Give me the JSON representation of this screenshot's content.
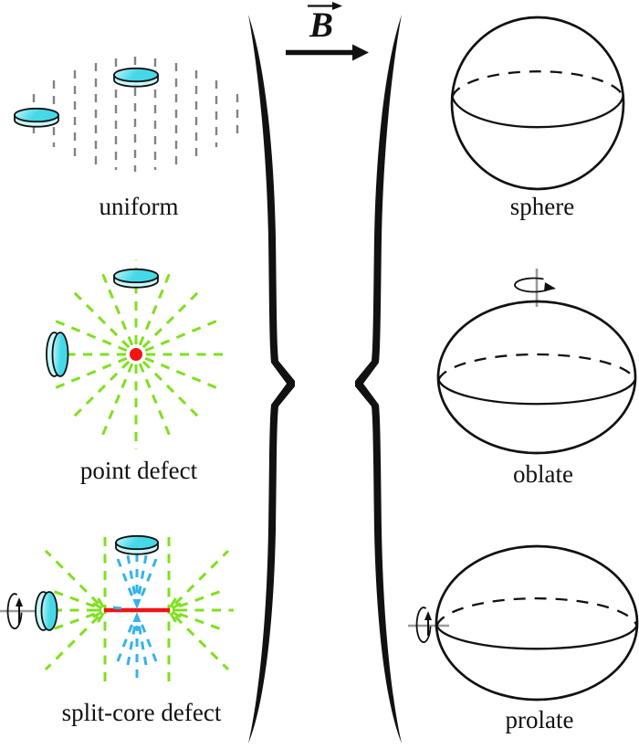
{
  "figure": {
    "b_field_label": "B",
    "left_column": {
      "uniform_label": "uniform",
      "point_defect_label": "point defect",
      "split_core_label": "split-core defect"
    },
    "right_column": {
      "sphere_label": "sphere",
      "oblate_label": "oblate",
      "prolate_label": "prolate"
    }
  },
  "colors": {
    "green": "#7FE01E",
    "blue": "#33B4EA",
    "red": "#F01414",
    "cyan": "#45D9E8",
    "cyan_light": "#C9F8FA",
    "dash_gray": "#828282",
    "axis_gray": "#9A9A9A",
    "ink": "#111111"
  }
}
